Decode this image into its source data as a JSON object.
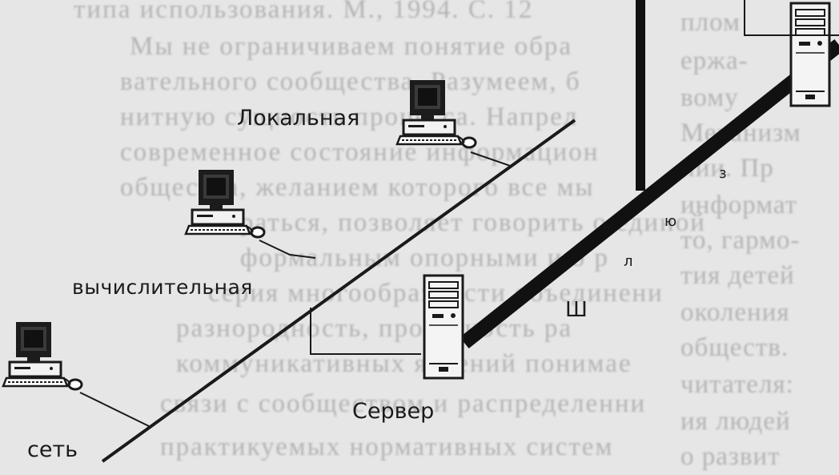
{
  "background_text": {
    "lines": [
      "типа использования. М., 1994. С. 12",
      "Мы не ограничиваем понятие обра",
      "вательного сообщества. Разумеем, б",
      "нитную сущность процесса. Напрел",
      "современное состояние информацион",
      "общества, желанием которого все мы",
      "раться, позволяет говорить о единой",
      "формальным опорными и о р",
      "серия многообразности объединени",
      "разнородность, проектность ра",
      "коммуникативных явлений понимае",
      "связи с сообществом и распределенни",
      "практикуемых нормативных систем"
    ],
    "right_column": [
      "плом",
      "ержа-",
      "вому",
      "Механизм",
      "нии. Пр",
      "информат",
      "то, гармо-",
      "тия детей",
      "околения",
      "обществ.",
      "читателя:",
      "ия людей",
      "о развит"
    ]
  },
  "labels": {
    "local": "Локальная",
    "computing": "вычислительная",
    "network": "сеть",
    "server": "Сервер",
    "letter_yu": "ю",
    "letter_l": "л",
    "letter_sh": "Ш",
    "letter_z": "з"
  },
  "icons": {
    "workstation": "desktop-computer-icon",
    "server": "tower-server-icon"
  },
  "colors": {
    "ink": "#1a1a1a",
    "paper": "#e6e6e6",
    "faded_text": "#b4b4b4"
  }
}
